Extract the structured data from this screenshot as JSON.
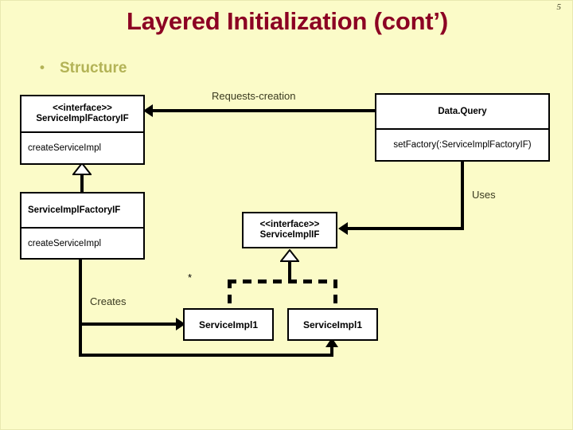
{
  "slide": {
    "number": "5",
    "title": "Layered Initialization (cont’)",
    "bullet_marker": "•",
    "bullet_text": "Structure",
    "colors": {
      "background": "#fbfbc8",
      "title": "#8c0023",
      "bullet": "#b3b356",
      "box_fill": "#ffffff",
      "line": "#000000",
      "label_text": "#3a3a20"
    }
  },
  "diagram": {
    "type": "uml-class-diagram",
    "classes": [
      {
        "id": "service-impl-factory-if-interface",
        "stereotype": "<<interface>>",
        "name": "ServiceImplFactoryIF",
        "operations": [
          "createServiceImpl"
        ]
      },
      {
        "id": "data-query",
        "stereotype": "",
        "name": "Data.Query",
        "operations": [
          "setFactory(:ServiceImplFactoryIF)"
        ]
      },
      {
        "id": "service-impl-factory-if-class",
        "stereotype": "",
        "name": "ServiceImplFactoryIF",
        "operations": [
          "createServiceImpl"
        ]
      },
      {
        "id": "service-impl-if-interface",
        "stereotype": "<<interface>>",
        "name": "ServiceImplIF",
        "operations": []
      },
      {
        "id": "service-impl-1-left",
        "stereotype": "",
        "name": "ServiceImpl1",
        "operations": []
      },
      {
        "id": "service-impl-1-right",
        "stereotype": "",
        "name": "ServiceImpl1",
        "operations": []
      }
    ],
    "edge_labels": {
      "requests_creation": "Requests-creation",
      "uses": "Uses",
      "creates": "Creates",
      "multiplicity": "*"
    }
  }
}
